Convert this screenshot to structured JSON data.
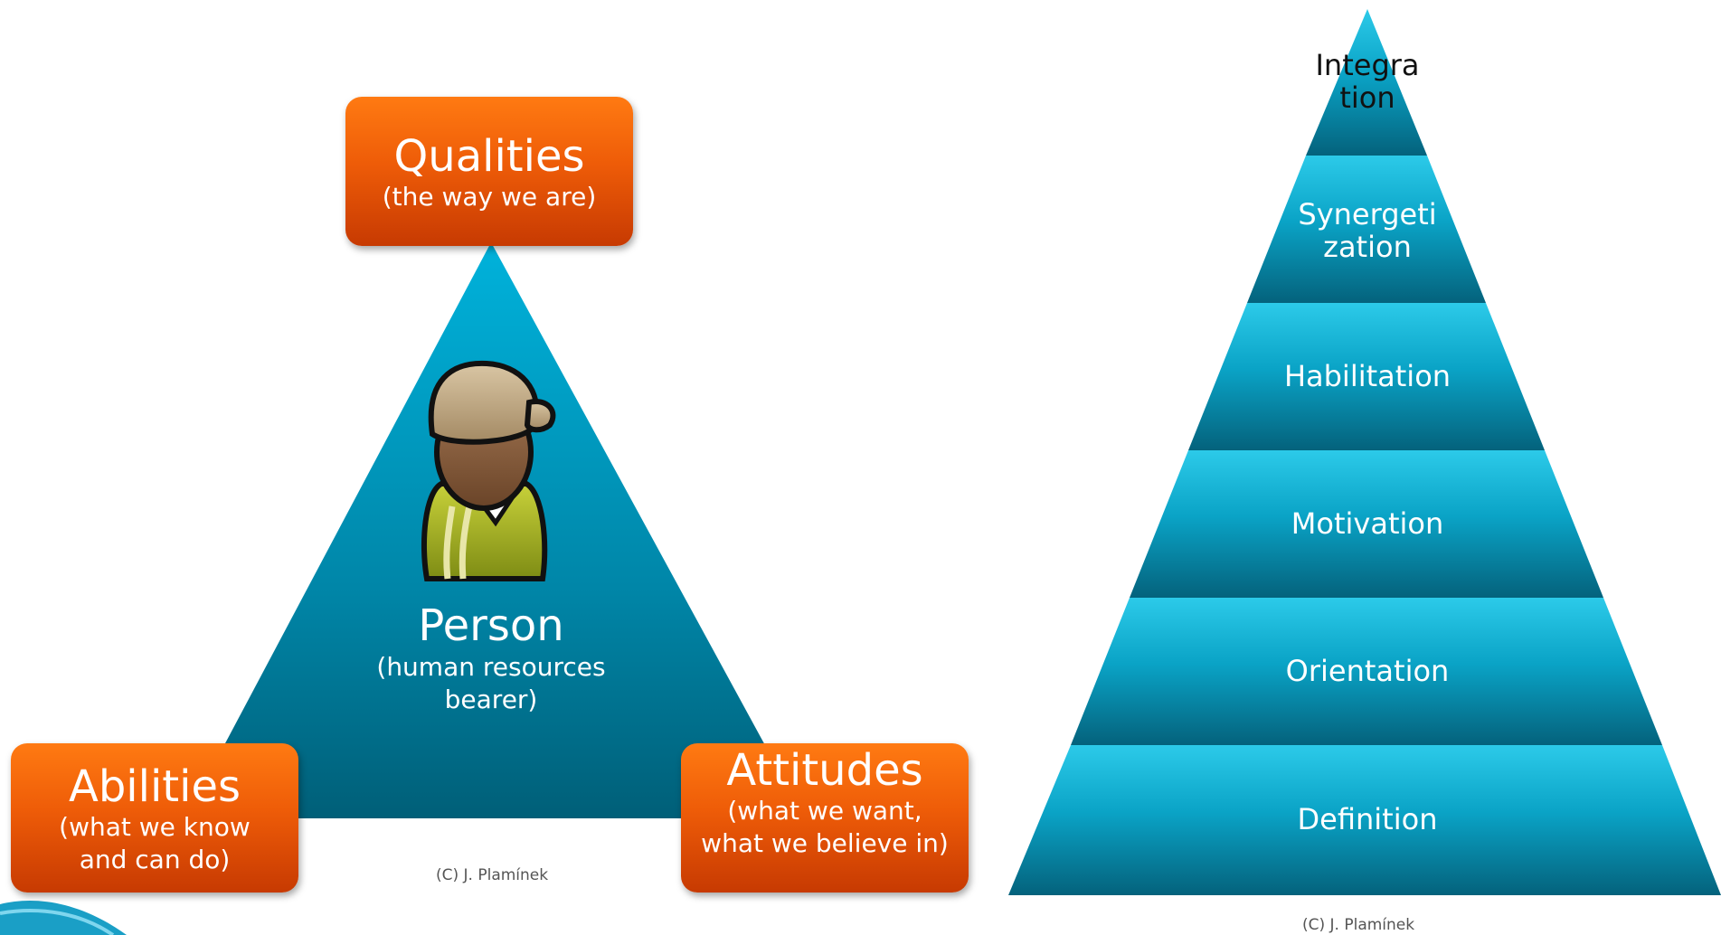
{
  "left_diagram": {
    "center": {
      "title": "Person",
      "subtitle": "(human resources bearer)"
    },
    "corners": {
      "top": {
        "title": "Qualities",
        "subtitle": "(the way we are)"
      },
      "left": {
        "title": "Abilities",
        "subtitle": "(what we know and can do)"
      },
      "right": {
        "title": "Attitudes",
        "subtitle": "(what we want, what we believe in)"
      }
    },
    "credit": "(C) J. Plamínek",
    "icon": "person-with-cap-icon"
  },
  "right_diagram": {
    "levels_top_to_bottom": [
      {
        "label": "Integra\ntion"
      },
      {
        "label": "Synergeti\nzation"
      },
      {
        "label": "Habilitation"
      },
      {
        "label": "Motivation"
      },
      {
        "label": "Orientation"
      },
      {
        "label": "Definition"
      }
    ],
    "credit": "(C) J. Plamínek"
  },
  "colors": {
    "triangle_top": "#00a5cf",
    "triangle_bottom": "#006a85",
    "orange_top": "#ff7a12",
    "orange_bottom": "#c73a02",
    "level_light": "#1fc1e6",
    "level_dark": "#05607a"
  }
}
